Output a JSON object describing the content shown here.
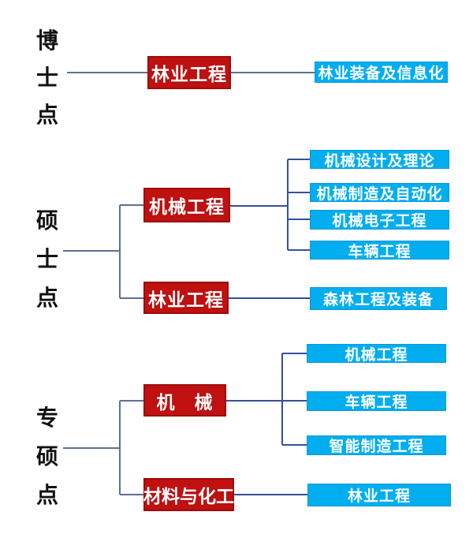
{
  "colors": {
    "parent_fill": "#c01010",
    "parent_border": "#9c0c0c",
    "child_fill": "#00aeef",
    "child_border": "#0a99d4",
    "line_left": "#5b7190",
    "line_right": "#35509b",
    "box_text": "#ffffff",
    "label_text": "#111111"
  },
  "sections": [
    {
      "level": {
        "label": "博士点",
        "chars": [
          "博",
          "士",
          "点"
        ]
      },
      "branches": [
        {
          "parent": "林业工程",
          "children": [
            "林业装备及信息化"
          ]
        }
      ]
    },
    {
      "level": {
        "label": "硕士点",
        "chars": [
          "硕",
          "士",
          "点"
        ]
      },
      "branches": [
        {
          "parent": "机械工程",
          "children": [
            "机械设计及理论",
            "机械制造及自动化",
            "机械电子工程",
            "车辆工程"
          ]
        },
        {
          "parent": "林业工程",
          "children": [
            "森林工程及装备"
          ]
        }
      ]
    },
    {
      "level": {
        "label": "专硕点",
        "chars": [
          "专",
          "硕",
          "点"
        ]
      },
      "branches": [
        {
          "parent": "机　械",
          "children": [
            "机械工程",
            "车辆工程",
            "智能制造工程"
          ]
        },
        {
          "parent": "材料与化工",
          "children": [
            "林业工程"
          ]
        }
      ]
    }
  ]
}
